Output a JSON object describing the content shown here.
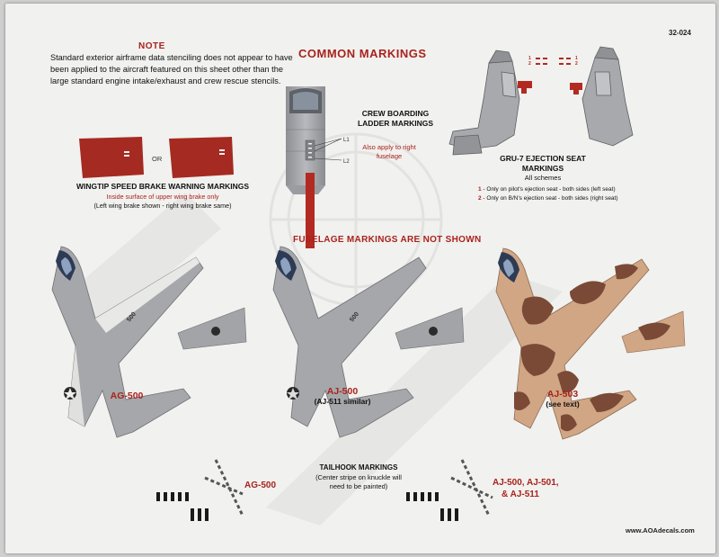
{
  "sheet_number": "32-024",
  "note": {
    "title": "NOTE",
    "body": "Standard exterior airframe data stenciling does not appear to have been applied to the aircraft featured on this sheet other than the large standard engine intake/exhaust and crew rescue stencils."
  },
  "common_markings": {
    "title": "COMMON MARKINGS"
  },
  "ladder": {
    "title": "CREW BOARDING LADDER MARKINGS",
    "note": "Also apply to right fuselage",
    "l1": "L1",
    "l2": "L2"
  },
  "ejection_seat": {
    "title": "GRU-7 EJECTION SEAT MARKINGS",
    "subtitle": "All schemes",
    "lines": [
      {
        "num": "1",
        "text": " - Only on pilot's ejection seat - both sides (left seat)"
      },
      {
        "num": "2",
        "text": " - Only on B/N's ejection seat - both sides (right seat)"
      }
    ]
  },
  "wingtip": {
    "or": "OR",
    "title": "WINGTIP SPEED BRAKE WARNING MARKINGS",
    "sub1": "Inside surface of upper wing brake only",
    "sub2": "(Left wing brake shown - right wing brake same)"
  },
  "fuselage_note": "FUSELAGE MARKINGS ARE NOT SHOWN",
  "aircraft": [
    {
      "label": "AG-500",
      "sub": "",
      "nose_number": "500",
      "scheme": "gray-white"
    },
    {
      "label": "AJ-500",
      "sub": "(AJ-511 similar)",
      "nose_number": "500",
      "scheme": "gray"
    },
    {
      "label": "AJ-503",
      "sub": "(see text)",
      "nose_number": "",
      "scheme": "desert-camo"
    }
  ],
  "tailhook": {
    "title": "TAILHOOK MARKINGS",
    "note": "(Center stripe on knuckle will need to be painted)",
    "left_label": "AG-500",
    "right_label_1": "AJ-500, AJ-501,",
    "right_label_2": "& AJ-511"
  },
  "website": "www.AOAdecals.com",
  "colors": {
    "accent_red": "#a8231c",
    "aircraft_gray": "#a9a9aa",
    "camo_tan": "#d1a684",
    "camo_brown": "#7a4a36"
  }
}
